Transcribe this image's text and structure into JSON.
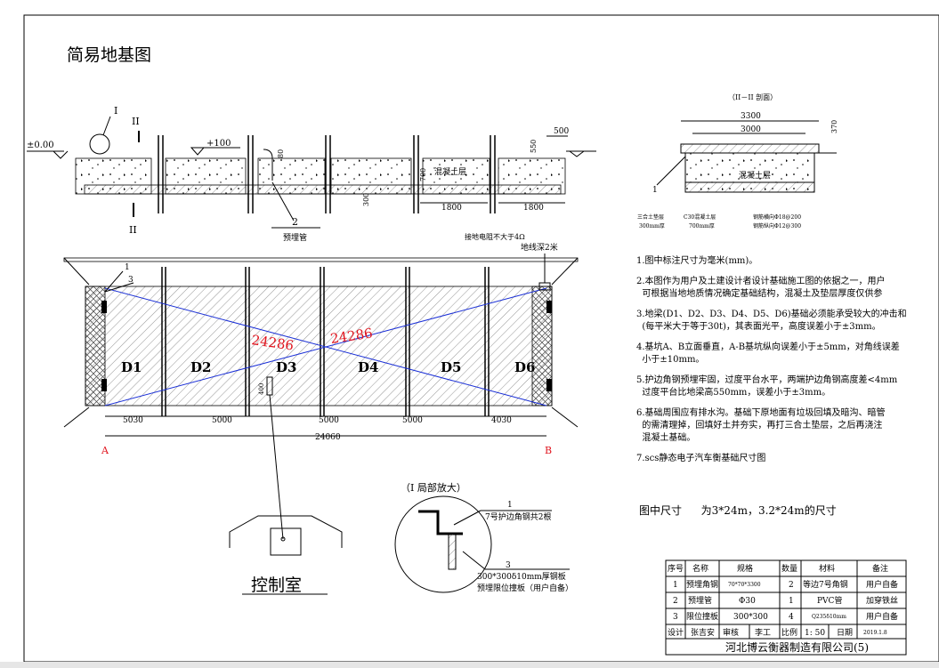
{
  "title": "简易地基图",
  "section_label": "（II－II 剖面）",
  "detail_label": "（I 局部放大）",
  "control_room": "控制室",
  "elevations": {
    "ground": "±0.00",
    "platform": "+100"
  },
  "marks": {
    "I": "I",
    "II_top": "II",
    "II_bottom": "II",
    "B_label": "B",
    "A_label": "A"
  },
  "profile": {
    "concrete_layer": "混凝土层",
    "pipe_label": "预埋管",
    "pipe_num": "2",
    "dims": {
      "d80": "80",
      "d300": "300",
      "d550": "550",
      "d500": "500",
      "d700": "700",
      "w1800a": "1800",
      "w1800b": "1800"
    }
  },
  "plan": {
    "pits": [
      "D1",
      "D2",
      "D3",
      "D4",
      "D5",
      "D6"
    ],
    "spans": [
      "5030",
      "5000",
      "5000",
      "5000",
      "4030"
    ],
    "total": "24060",
    "diagonal_a": "24286",
    "diagonal_b": "24286",
    "ground_note_1": "接地电阻不大于4Ω",
    "ground_note_2": "地线深2米",
    "callout_1": "1",
    "callout_3": "3",
    "dim_400": "400",
    "end_a": "A",
    "end_b": "B"
  },
  "section": {
    "w3300": "3300",
    "w3000": "3000",
    "h370": "370",
    "concrete": "混凝土层",
    "callout_1": "1",
    "layer_note_1a": "三合土垫层",
    "layer_note_1b": "300mm厚",
    "layer_note_2a": "C30混凝土层",
    "layer_note_2b": "700mm厚",
    "rebar_note_1": "钢筋横向Φ18@200",
    "rebar_note_2": "钢筋纵向Φ12@300"
  },
  "detail": {
    "n1": "1",
    "n1_text": "7号护边角钢共2根",
    "n3": "3",
    "n3_text_a": "300*300δ10mm厚钢板",
    "n3_text_b": "预埋限位撞板（用户自备）"
  },
  "notes": [
    "1.图中标注尺寸为毫米(mm)。",
    "2.本图作为用户及土建设计者设计基础施工图的依据之一，用户\n  可根据当地地质情况确定基础结构，混凝土及垫层厚度仅供参",
    "3.地梁(D1、D2、D3、D4、D5、D6)基础必须能承受较大的冲击和\n  (每平米大于等于30t)，其表面光平，高度误差小于±3mm。",
    "4.基坑A、B立面垂直，A-B基坑纵向误差小于±5mm，对角线误差\n  小于±10mm。",
    "5.护边角钢预埋牢固，过度平台水平，两端护边角钢高度差<4mm\n  过度平台比地梁高550mm，误差小于±3mm。",
    "6.基础周围应有排水沟。基础下原地面有垃圾回填及暗沟、暗管\n  的需清理掉，回填好土并夯实，再打三合土垫层，之后再浇注\n  混凝土基础。",
    "7.scs静态电子汽车衡基础尺寸图"
  ],
  "size_note": {
    "label": "图中尺寸",
    "value": "为3*24m，3.2*24m的尺寸"
  },
  "table": {
    "headers": [
      "序号",
      "名称",
      "规格",
      "数量",
      "材料",
      "备注"
    ],
    "rows": [
      [
        "1",
        "预埋角钢",
        "70*70*3300",
        "2",
        "等边7号角钢",
        "用户自备"
      ],
      [
        "2",
        "预埋管",
        "Φ30",
        "1",
        "PVC管",
        "加穿铁丝"
      ],
      [
        "3",
        "限位撞板",
        "300*300",
        "4",
        "Q235δ10mm",
        "用户自备"
      ]
    ],
    "footer": [
      "设计",
      "张吉安",
      "审核",
      "李工",
      "比例",
      "1: 50",
      "日期",
      "2019.1.8"
    ],
    "company": "河北博云衡器制造有限公司(5)"
  },
  "colors": {
    "line": "#000000",
    "diagonal": "#1a2fd6",
    "diag_text": "#e0141e",
    "endmark": "#e0141e",
    "hatch": "#555555"
  }
}
